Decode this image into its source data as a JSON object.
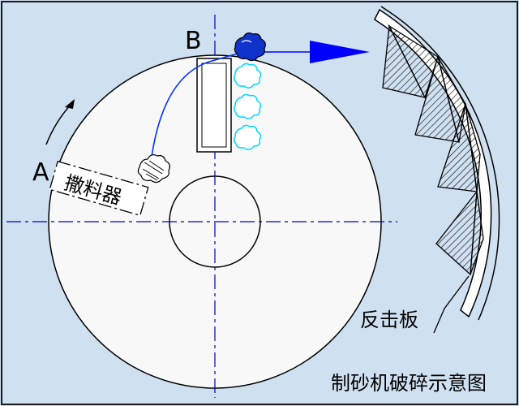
{
  "labels": {
    "a": "A",
    "b": "B",
    "distributor": "撒料器",
    "impact_plate": "反击板",
    "caption": "制砂机破碎示意图"
  },
  "colors": {
    "background": "#cfe0f0",
    "disc_fill": "#f8f8f8",
    "line": "#000000",
    "centerline": "#0000cc",
    "trajectory": "#0033ff",
    "arrow": "#0000ff",
    "particle_dark": "#1033cc",
    "particle_light": "#00d8ff",
    "frame": "#1a1a1a"
  }
}
